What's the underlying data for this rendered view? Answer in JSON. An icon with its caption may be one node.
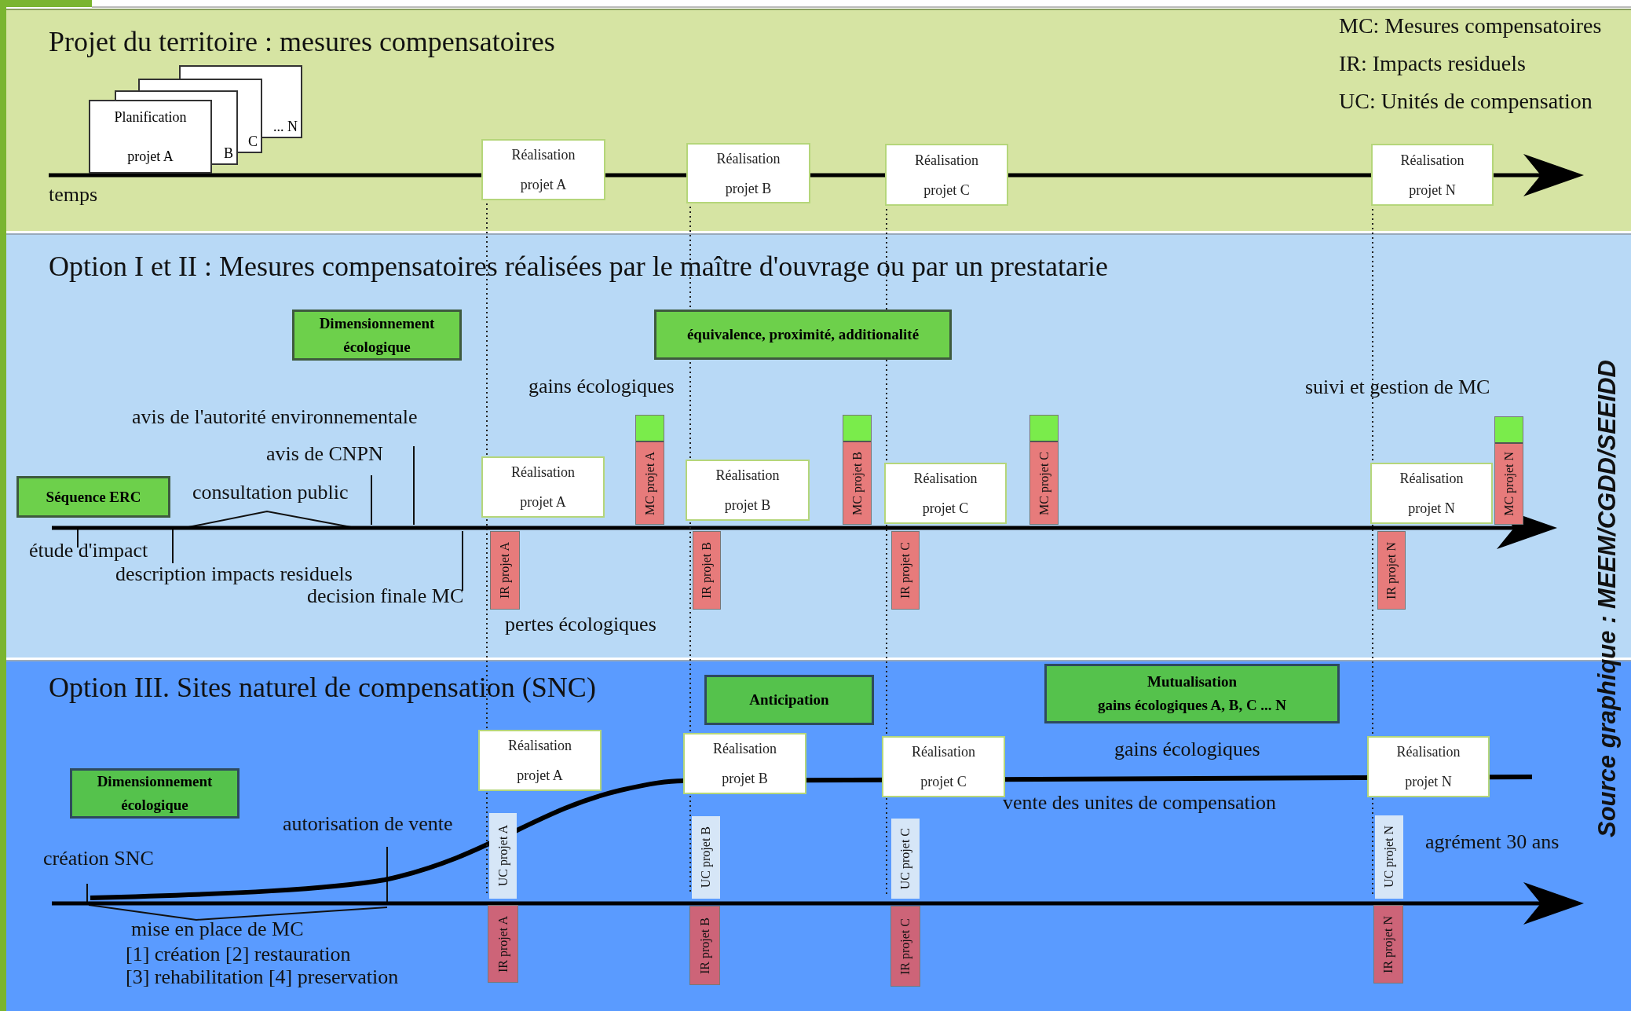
{
  "diagram": {
    "nodes": [
      {
        "text": [
          "Projet du territoire : mesures compensatoires"
        ]
      },
      {
        "text": [
          "Planification projet A"
        ],
        "in": 0
      },
      {
        "text": [
          "B"
        ],
        "in": 0
      },
      {
        "text": [
          "C"
        ],
        "in": 0
      },
      {
        "text": [
          "... N"
        ],
        "in": 0
      },
      {
        "text": [
          "Réalisation projet A"
        ],
        "in": 0
      },
      {
        "text": [
          "Réalisation projet B"
        ],
        "in": 0
      },
      {
        "text": [
          "Réalisation projet C"
        ],
        "in": 0
      },
      {
        "text": [
          "Réalisation projet N"
        ],
        "in": 0
      },
      {
        "text": [
          "Option I et II : Mesures compensatoires réalisées par le maître d'ouvrage ou par un prestatarie"
        ]
      },
      {
        "text": [
          "Dimensionnement écologique"
        ],
        "in": 9
      },
      {
        "text": [
          "équivalence, proximité, additionalité"
        ],
        "in": 9
      },
      {
        "text": [
          "Séquence ERC"
        ],
        "in": 9
      },
      {
        "text": [
          "Réalisation projet A"
        ],
        "in": 9
      },
      {
        "text": [
          "Réalisation projet B"
        ],
        "in": 9
      },
      {
        "text": [
          "Réalisation projet C"
        ],
        "in": 9
      },
      {
        "text": [
          "Réalisation projet N"
        ],
        "in": 9
      },
      {
        "text": [
          "MC projet A"
        ],
        "in": 9
      },
      {
        "text": [
          "MC projet B"
        ],
        "in": 9
      },
      {
        "text": [
          "MC projet C"
        ],
        "in": 9
      },
      {
        "text": [
          "MC projet N"
        ],
        "in": 9
      },
      {
        "text": [
          "IR projet A"
        ],
        "in": 9
      },
      {
        "text": [
          "IR projet B"
        ],
        "in": 9
      },
      {
        "text": [
          "IR projet C"
        ],
        "in": 9
      },
      {
        "text": [
          "IR projet N"
        ],
        "in": 9
      },
      {
        "text": [
          "Option III. Sites naturel de compensation (SNC)"
        ]
      },
      {
        "text": [
          "Anticipation"
        ],
        "in": 25
      },
      {
        "text": [
          "Mutualisation",
          "gains écologiques A, B, C ... N"
        ],
        "in": 25
      },
      {
        "text": [
          "Dimensionnement écologique"
        ],
        "in": 25
      },
      {
        "text": [
          "Réalisation projet A"
        ],
        "in": 25
      },
      {
        "text": [
          "Réalisation projet B"
        ],
        "in": 25
      },
      {
        "text": [
          "Réalisation projet C"
        ],
        "in": 25
      },
      {
        "text": [
          "Réalisation projet N"
        ],
        "in": 25
      },
      {
        "text": [
          "UC projet A"
        ],
        "in": 25
      },
      {
        "text": [
          "UC projet B"
        ],
        "in": 25
      },
      {
        "text": [
          "UC projet C"
        ],
        "in": 25
      },
      {
        "text": [
          "UC projet N"
        ],
        "in": 25
      },
      {
        "text": [
          "IR projet A"
        ],
        "in": 25
      },
      {
        "text": [
          "IR projet B"
        ],
        "in": 25
      },
      {
        "text": [
          "IR projet C"
        ],
        "in": 25
      },
      {
        "text": [
          "IR projet N"
        ],
        "in": 25
      }
    ],
    "labels": [
      "MC: Mesures compensatoires",
      "IR: Impacts residuels",
      "UC: Unités de compensation",
      "temps",
      "gains écologiques",
      "suivi et gestion de MC",
      "avis de l'autorité environnementale",
      "avis de CNPN",
      "consultation public",
      "étude d'impact",
      "description impacts residuels",
      "decision finale MC",
      "pertes écologiques",
      "gains écologiques",
      "autorisation de vente",
      "vente des unites de compensation",
      "agrément 30 ans",
      "création SNC",
      "mise en place de MC",
      "[1] création [2] restauration",
      "[3] rehabilitation [4] preservation",
      "Source graphique : MEEM/CGDD/SEEIDD"
    ]
  }
}
